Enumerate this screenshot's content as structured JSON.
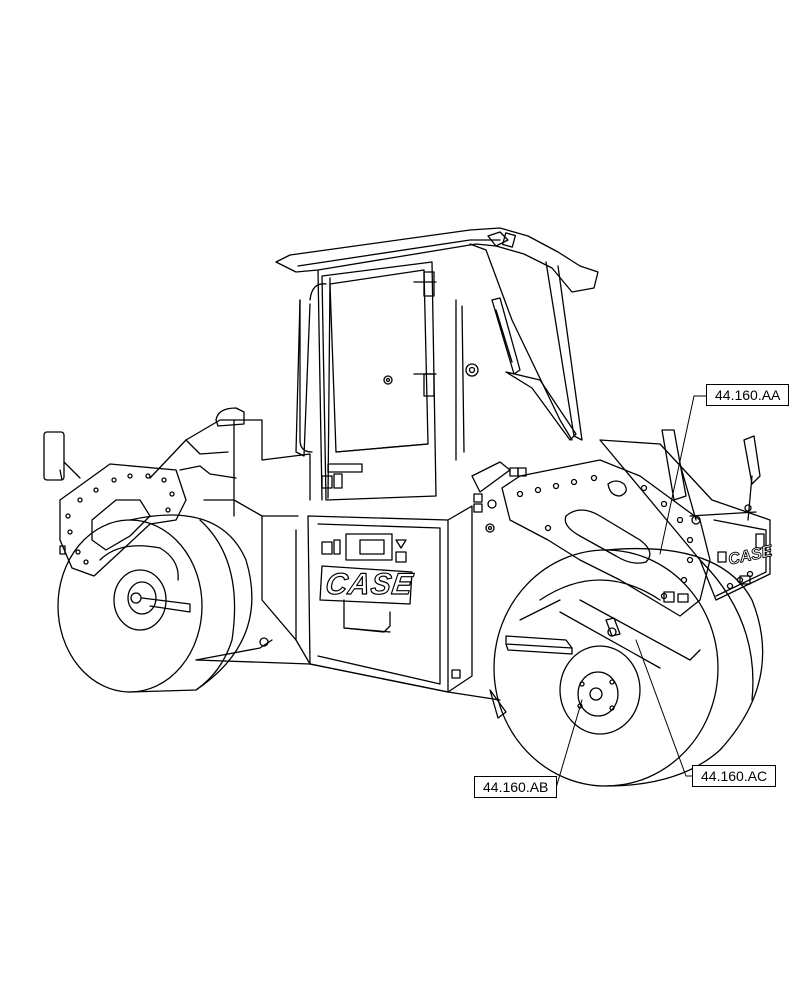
{
  "diagram": {
    "subject": "compactor-roller",
    "brand_text": "CASE",
    "callouts": [
      {
        "id": "aa",
        "label": "44.160.AA"
      },
      {
        "id": "ab",
        "label": "44.160.AB"
      },
      {
        "id": "ac",
        "label": "44.160.AC"
      }
    ]
  },
  "colors": {
    "line": "#000000",
    "background": "#ffffff"
  }
}
